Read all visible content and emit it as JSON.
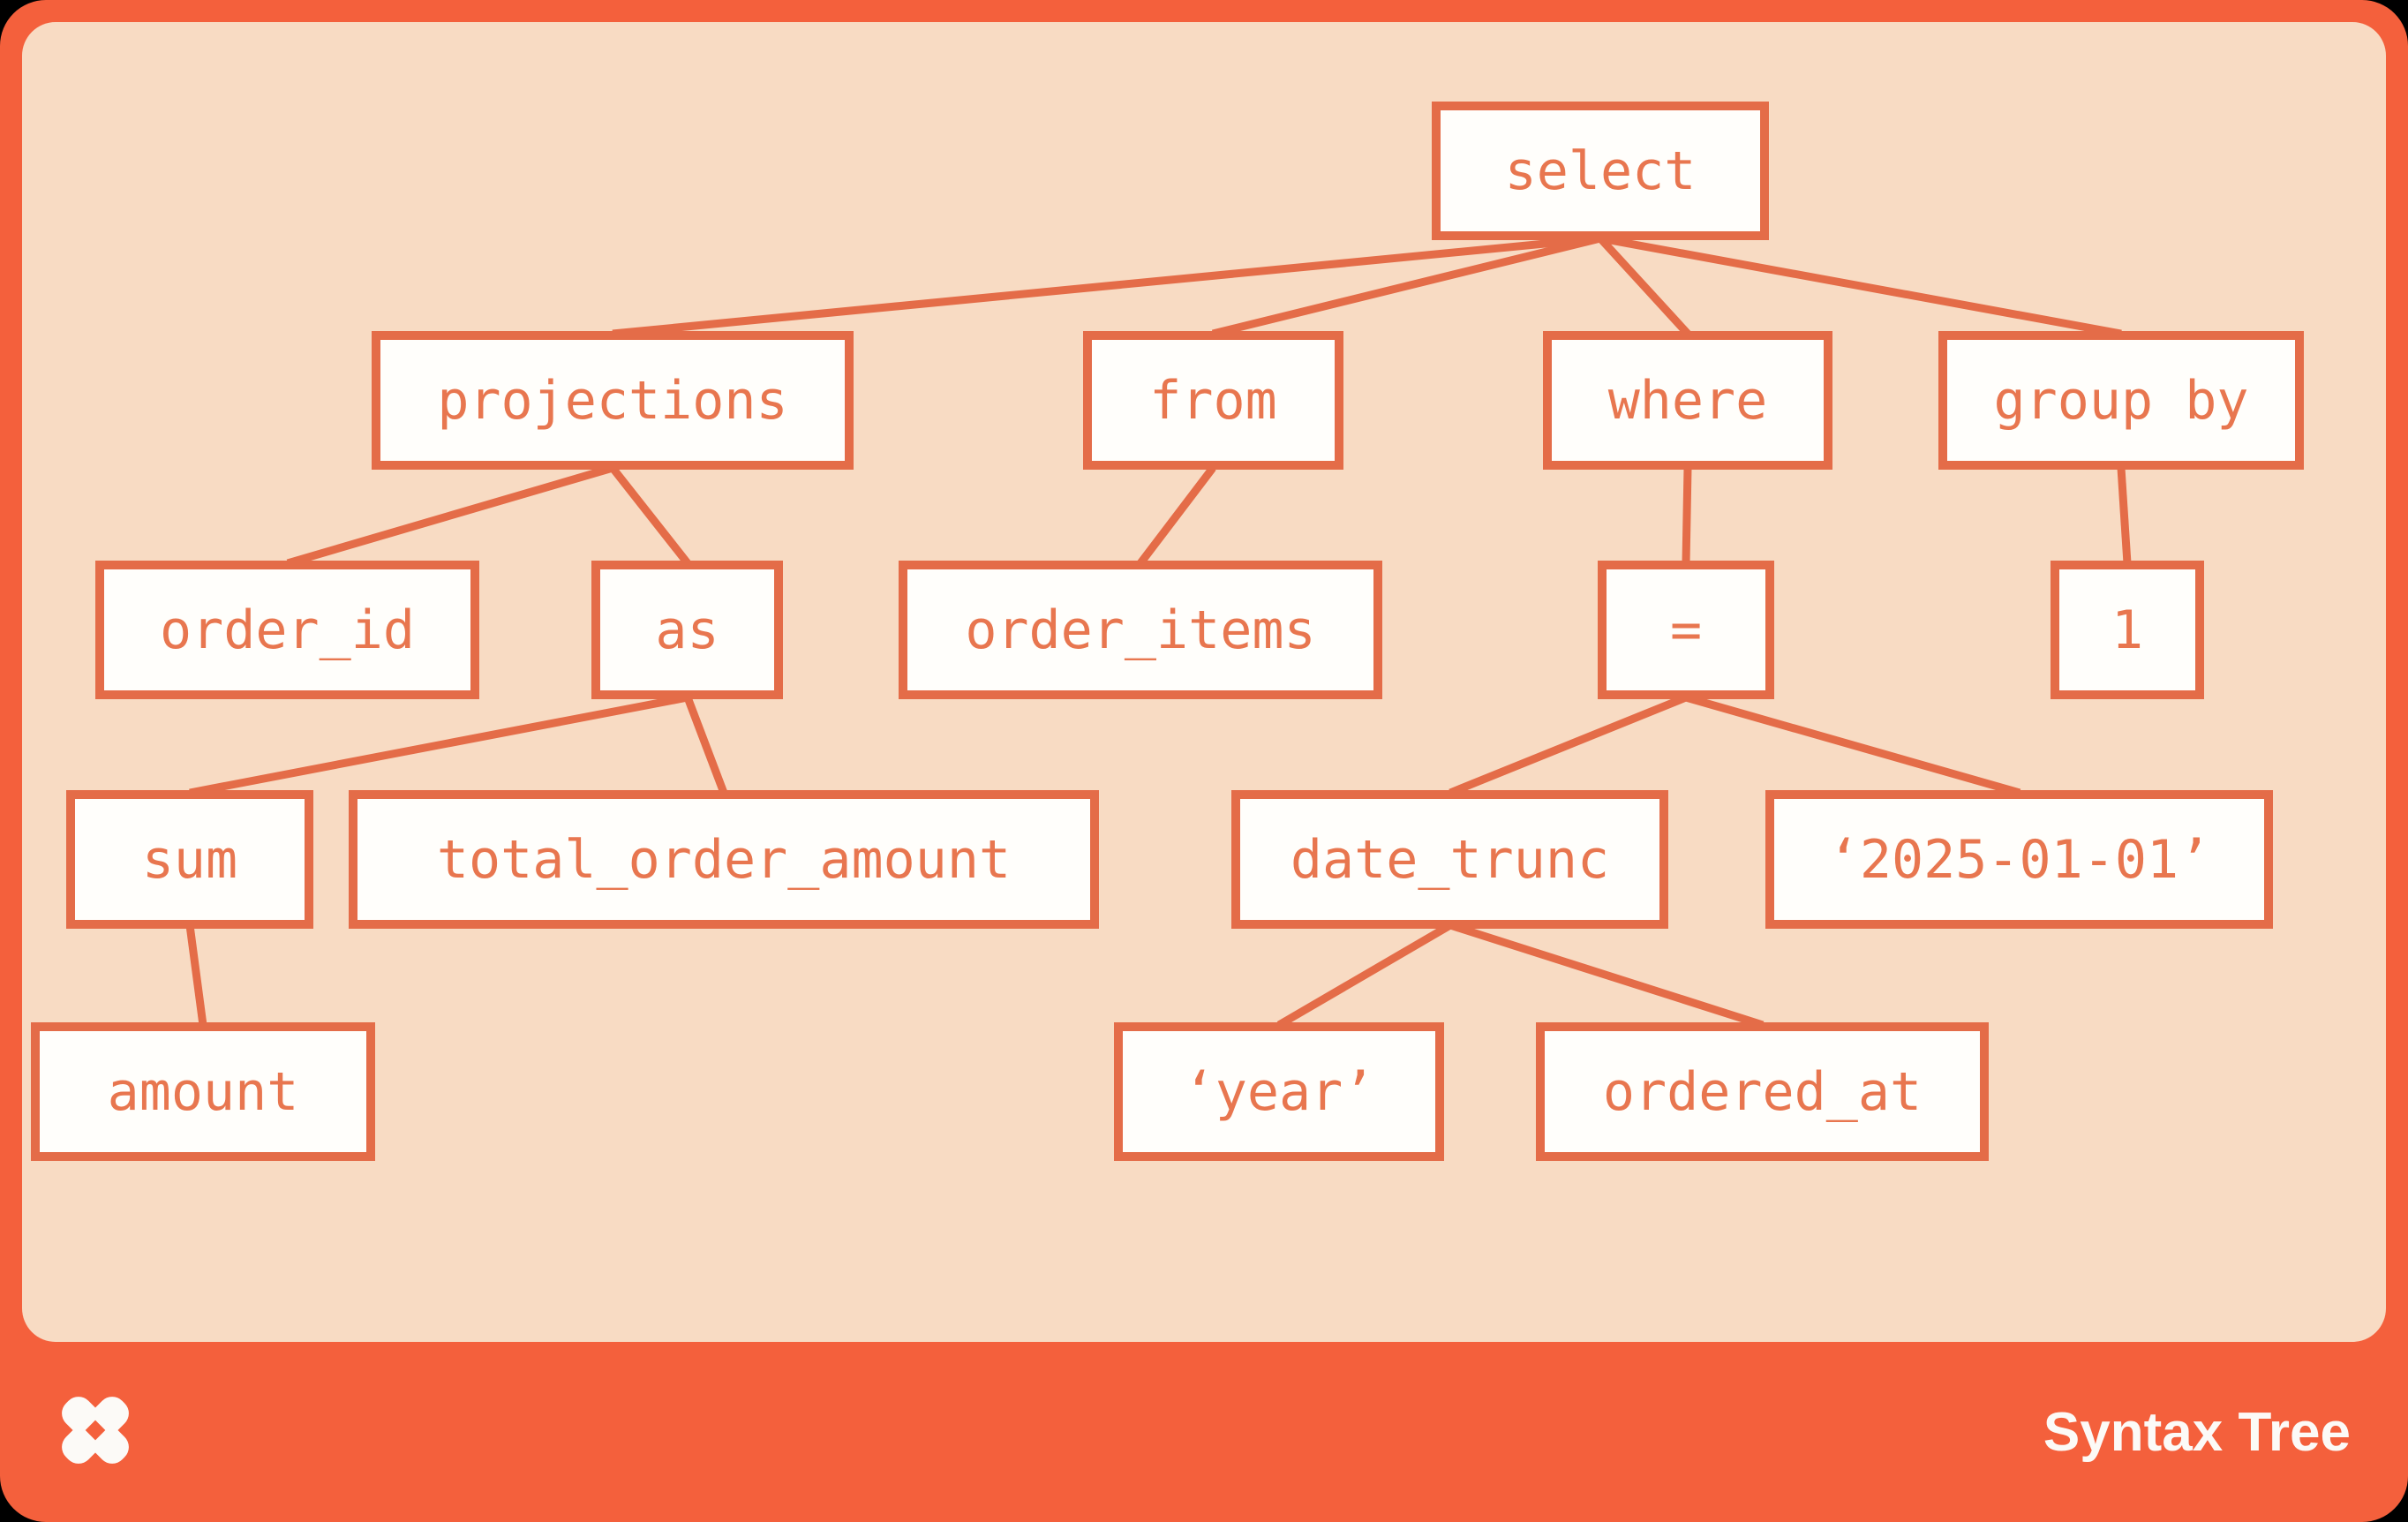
{
  "footer": {
    "title": "Syntax Tree",
    "logo": "pinwheel-x-logo"
  },
  "colors": {
    "card_orange": "#F4603C",
    "panel_peach": "#F8DBC3",
    "node_border": "#E46C48",
    "node_fill": "#FFFEFB",
    "node_text": "#E8764F",
    "footer_text": "#FCFAF7",
    "page_background": "#000000"
  },
  "nodes": {
    "select": {
      "label": "select"
    },
    "projections": {
      "label": "projections"
    },
    "from": {
      "label": "from"
    },
    "where": {
      "label": "where"
    },
    "group_by": {
      "label": "group by"
    },
    "order_id": {
      "label": "order_id"
    },
    "as": {
      "label": "as"
    },
    "order_items": {
      "label": "order_items"
    },
    "eq": {
      "label": "="
    },
    "one": {
      "label": "1"
    },
    "sum": {
      "label": "sum"
    },
    "total_order_amount": {
      "label": "total_order_amount"
    },
    "date_trunc": {
      "label": "date_trunc"
    },
    "date_literal": {
      "label": "‘2025-01-01’"
    },
    "amount": {
      "label": "amount"
    },
    "year": {
      "label": "‘year’"
    },
    "ordered_at": {
      "label": "ordered_at"
    }
  },
  "tree_structure": {
    "select": {
      "projections": {
        "order_id": {},
        "as": {
          "sum": {
            "amount": {}
          },
          "total_order_amount": {}
        }
      },
      "from": {
        "order_items": {}
      },
      "where": {
        "eq": {
          "date_trunc": {
            "year": {},
            "ordered_at": {}
          },
          "date_literal": {}
        }
      },
      "group_by": {
        "one": {}
      }
    }
  }
}
